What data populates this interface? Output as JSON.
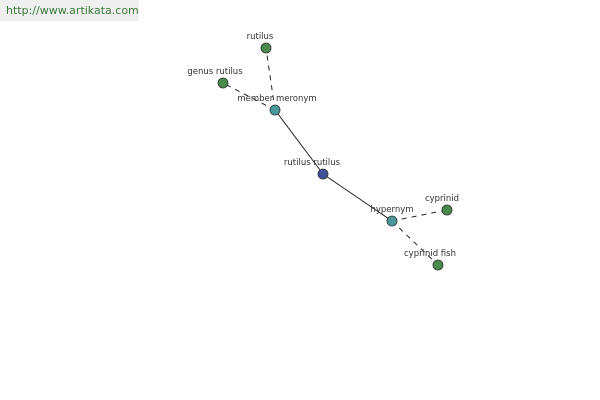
{
  "watermark": "http://www.artikata.com",
  "colors": {
    "central": "#40509a",
    "relation": "#4a9a9a",
    "leaf": "#4a8a4a"
  },
  "nodes": [
    {
      "id": "rutilus-rutilus",
      "label": "rutilus rutilus",
      "kind": "central"
    },
    {
      "id": "member-meronym",
      "label": "member meronym",
      "kind": "relation"
    },
    {
      "id": "hypernym",
      "label": "hypernym",
      "kind": "relation"
    },
    {
      "id": "rutilus",
      "label": "rutilus",
      "kind": "leaf"
    },
    {
      "id": "genus-rutilus",
      "label": "genus rutilus",
      "kind": "leaf"
    },
    {
      "id": "cyprinid",
      "label": "cyprinid",
      "kind": "leaf"
    },
    {
      "id": "cyprinid-fish",
      "label": "cyprinid fish",
      "kind": "leaf"
    }
  ],
  "edges": [
    {
      "from": "rutilus-rutilus",
      "to": "member-meronym",
      "style": "solid"
    },
    {
      "from": "rutilus-rutilus",
      "to": "hypernym",
      "style": "solid"
    },
    {
      "from": "member-meronym",
      "to": "rutilus",
      "style": "dashed"
    },
    {
      "from": "member-meronym",
      "to": "genus-rutilus",
      "style": "dashed"
    },
    {
      "from": "hypernym",
      "to": "cyprinid",
      "style": "dashed"
    },
    {
      "from": "hypernym",
      "to": "cyprinid-fish",
      "style": "dashed"
    }
  ]
}
